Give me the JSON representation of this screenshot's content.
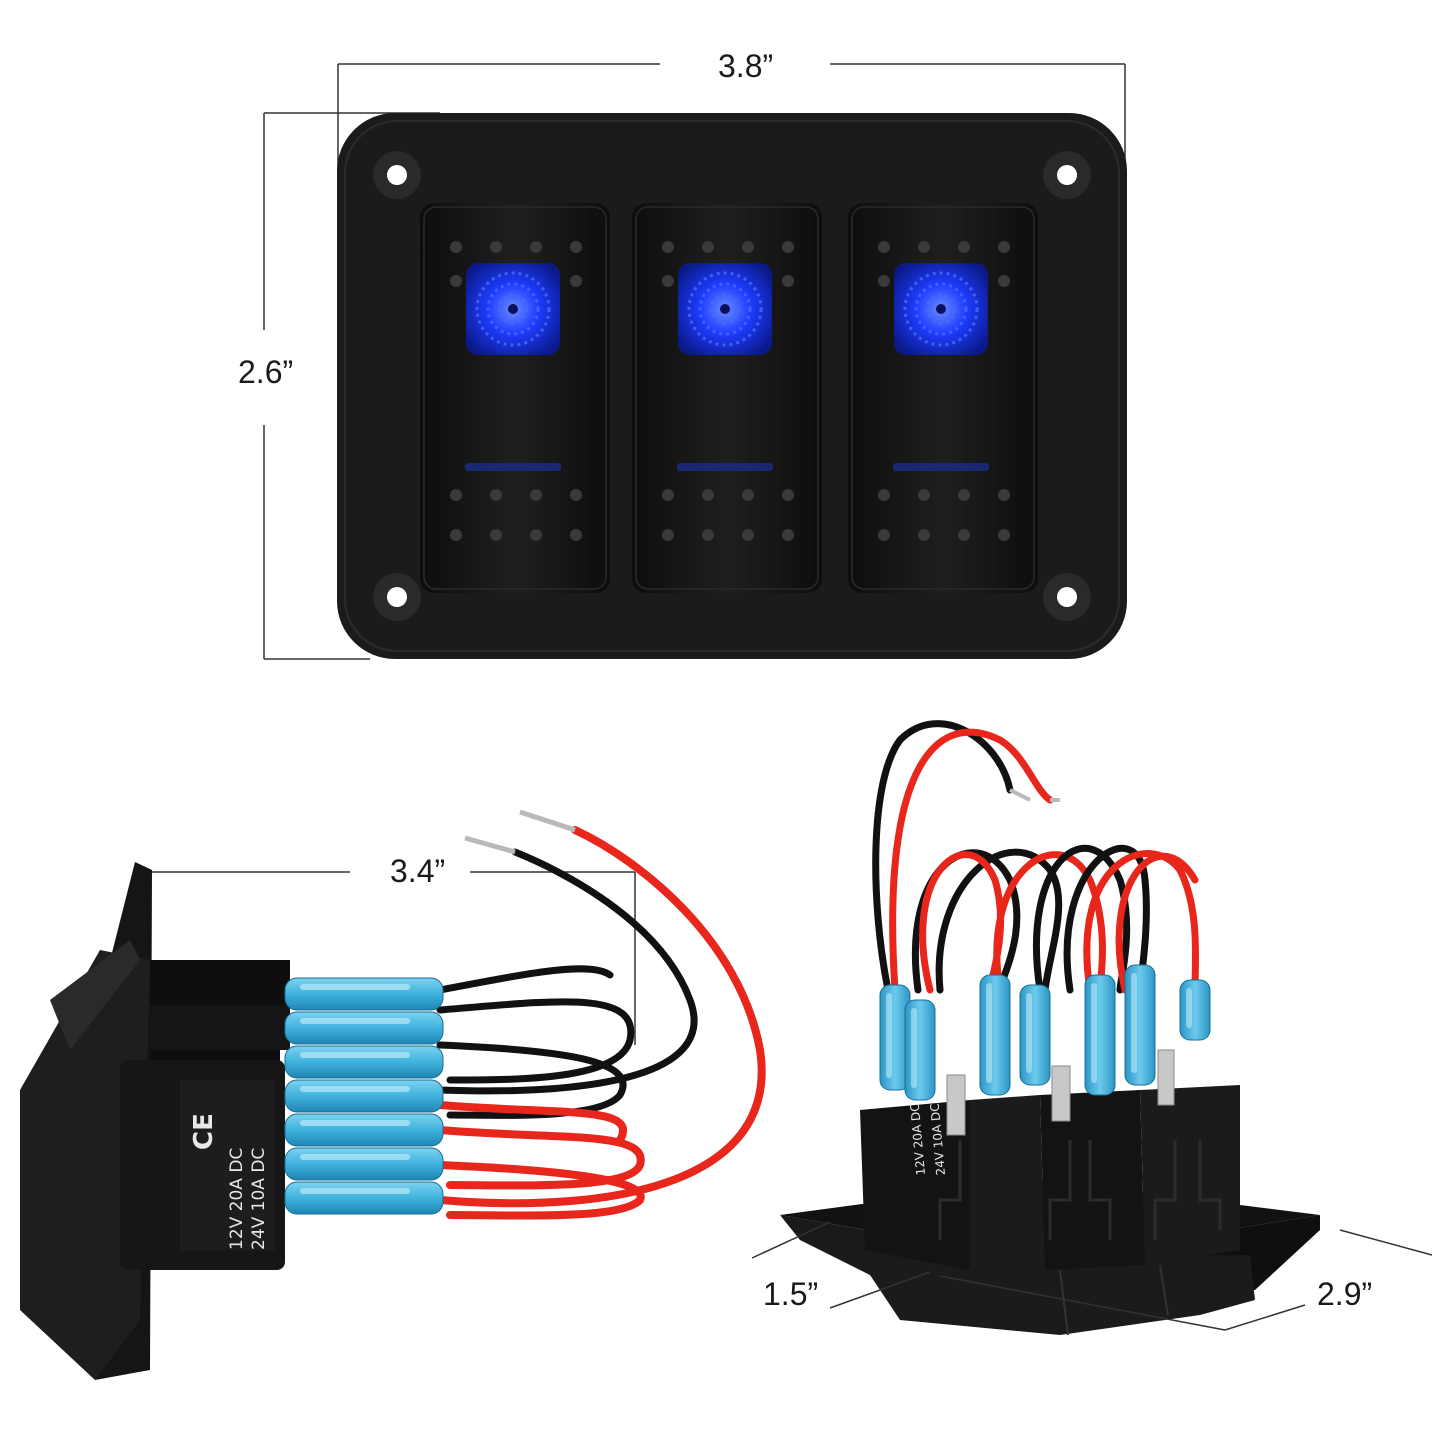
{
  "dimensions": {
    "panel_width": "3.8”",
    "panel_height": "2.6”",
    "side_depth": "3.4”",
    "bottom_depth": "1.5”",
    "bottom_width": "2.9”"
  },
  "switch_label": {
    "ce_mark": "CE",
    "line1": "12V  20A  DC",
    "line2": "24V  10A  DC"
  },
  "switches": [
    {
      "id": "switch-1",
      "indicator_color": "#1e3cff"
    },
    {
      "id": "switch-2",
      "indicator_color": "#1e3cff"
    },
    {
      "id": "switch-3",
      "indicator_color": "#1e3cff"
    }
  ],
  "colors": {
    "panel": "#1b1b1b",
    "rocker": "#151515",
    "led_blue": "#1e3cff",
    "terminal_sleeve": "#3fb2dc",
    "wire_red": "#e8261c",
    "wire_black": "#111111"
  }
}
